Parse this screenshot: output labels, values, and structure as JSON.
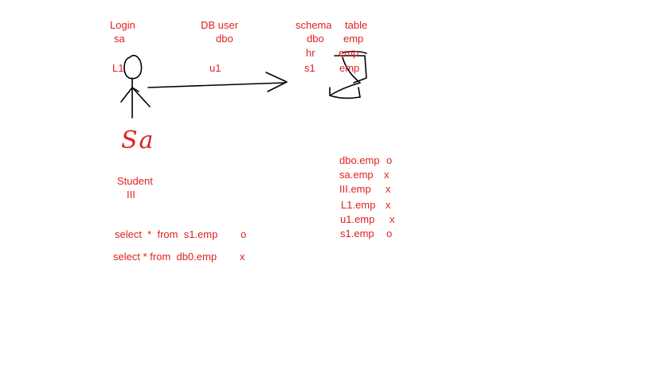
{
  "colors": {
    "text": "#e02020",
    "stroke": "#000000",
    "handwriting": "#e02020"
  },
  "labels": {
    "login_header": "Login",
    "login_value": "sa",
    "login_name": "L1",
    "dbuser_header": "DB user",
    "dbuser_value": "dbo",
    "dbuser_name": "u1",
    "schema_header": "schema",
    "table_header": "table",
    "schema_rows": [
      "dbo",
      "hr",
      "s1"
    ],
    "table_rows": [
      "emp",
      "emp",
      "emp"
    ],
    "student_label": "Student",
    "student_value": "III",
    "handwritten_sa": "Sa"
  },
  "queries": [
    {
      "sql": "select  *  from  s1.emp",
      "result": "o"
    },
    {
      "sql": "select * from  db0.emp",
      "result": "x"
    }
  ],
  "access_list": [
    {
      "name": "dbo.emp",
      "result": "o"
    },
    {
      "name": "sa.emp",
      "result": "x"
    },
    {
      "name": "III.emp",
      "result": "x"
    },
    {
      "name": "L1.emp",
      "result": "x"
    },
    {
      "name": "u1.emp",
      "result": "x"
    },
    {
      "name": "s1.emp",
      "result": "o"
    }
  ]
}
